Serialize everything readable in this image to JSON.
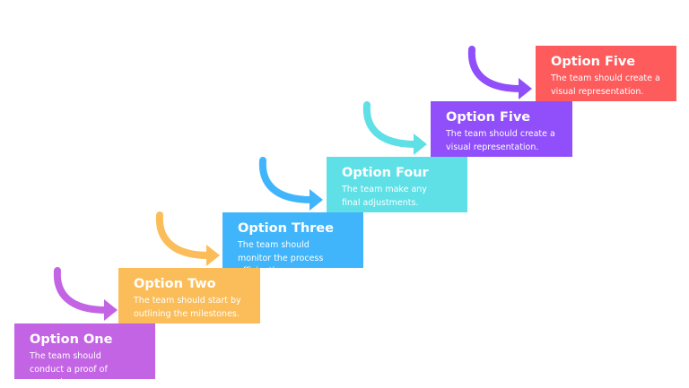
{
  "steps": [
    {
      "title": "Option One",
      "desc": "The team should conduct a proof of concept.",
      "color": "#c264e4",
      "arrow_color": "#c264e4"
    },
    {
      "title": "Option Two",
      "desc": "The team should start by outlining the milestones.",
      "color": "#fbbd59",
      "arrow_color": "#fbbd59"
    },
    {
      "title": "Option Three",
      "desc": "The team should monitor the process efficiently.",
      "color": "#41b5fb",
      "arrow_color": "#41b5fb"
    },
    {
      "title": "Option Four",
      "desc": "The team make any final adjustments.",
      "color": "#5ee0e6",
      "arrow_color": "#5ee0e6"
    },
    {
      "title": "Option Five",
      "desc": "The team should create a visual representation.",
      "color": "#904ffa",
      "arrow_color": "#904ffa"
    },
    {
      "title": "Option Five",
      "desc": "The team should create a visual representation.",
      "color": "#fd5b5c",
      "arrow_color": "#fd5b5c"
    }
  ]
}
